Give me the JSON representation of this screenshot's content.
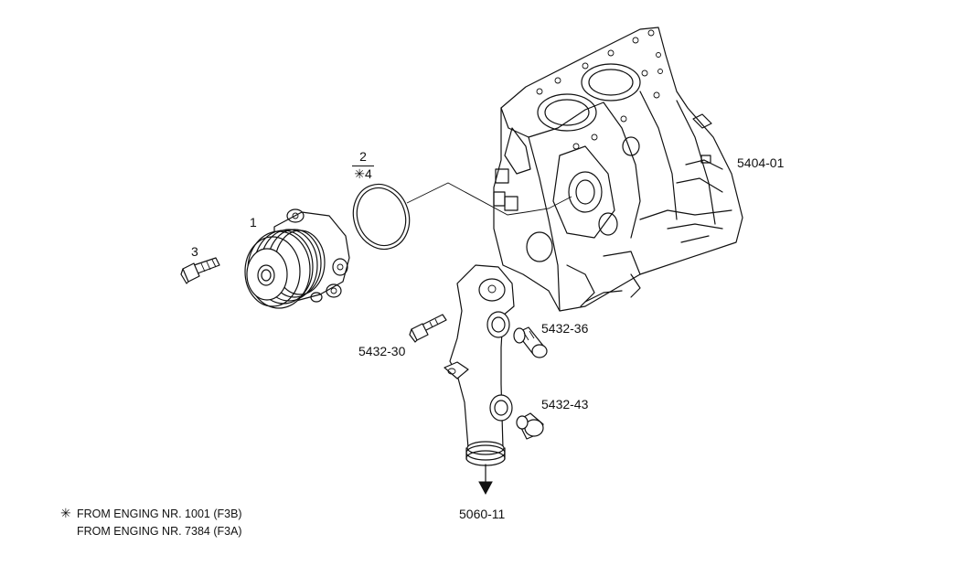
{
  "callouts": {
    "block": "5404-01",
    "pump": "1",
    "bolt": "3",
    "gasket_top": "2",
    "gasket_bottom": "4",
    "pipe_bolt": "5432-30",
    "fitting_upper": "5432-36",
    "fitting_lower": "5432-43",
    "outlet_ref": "5060-11"
  },
  "symbols": {
    "star": "✳"
  },
  "notes": [
    {
      "marker": "✳",
      "text": "FROM ENGING NR. 1001 (F3B)"
    },
    {
      "marker": "",
      "text": "FROM ENGING NR. 7384 (F3A)"
    }
  ]
}
